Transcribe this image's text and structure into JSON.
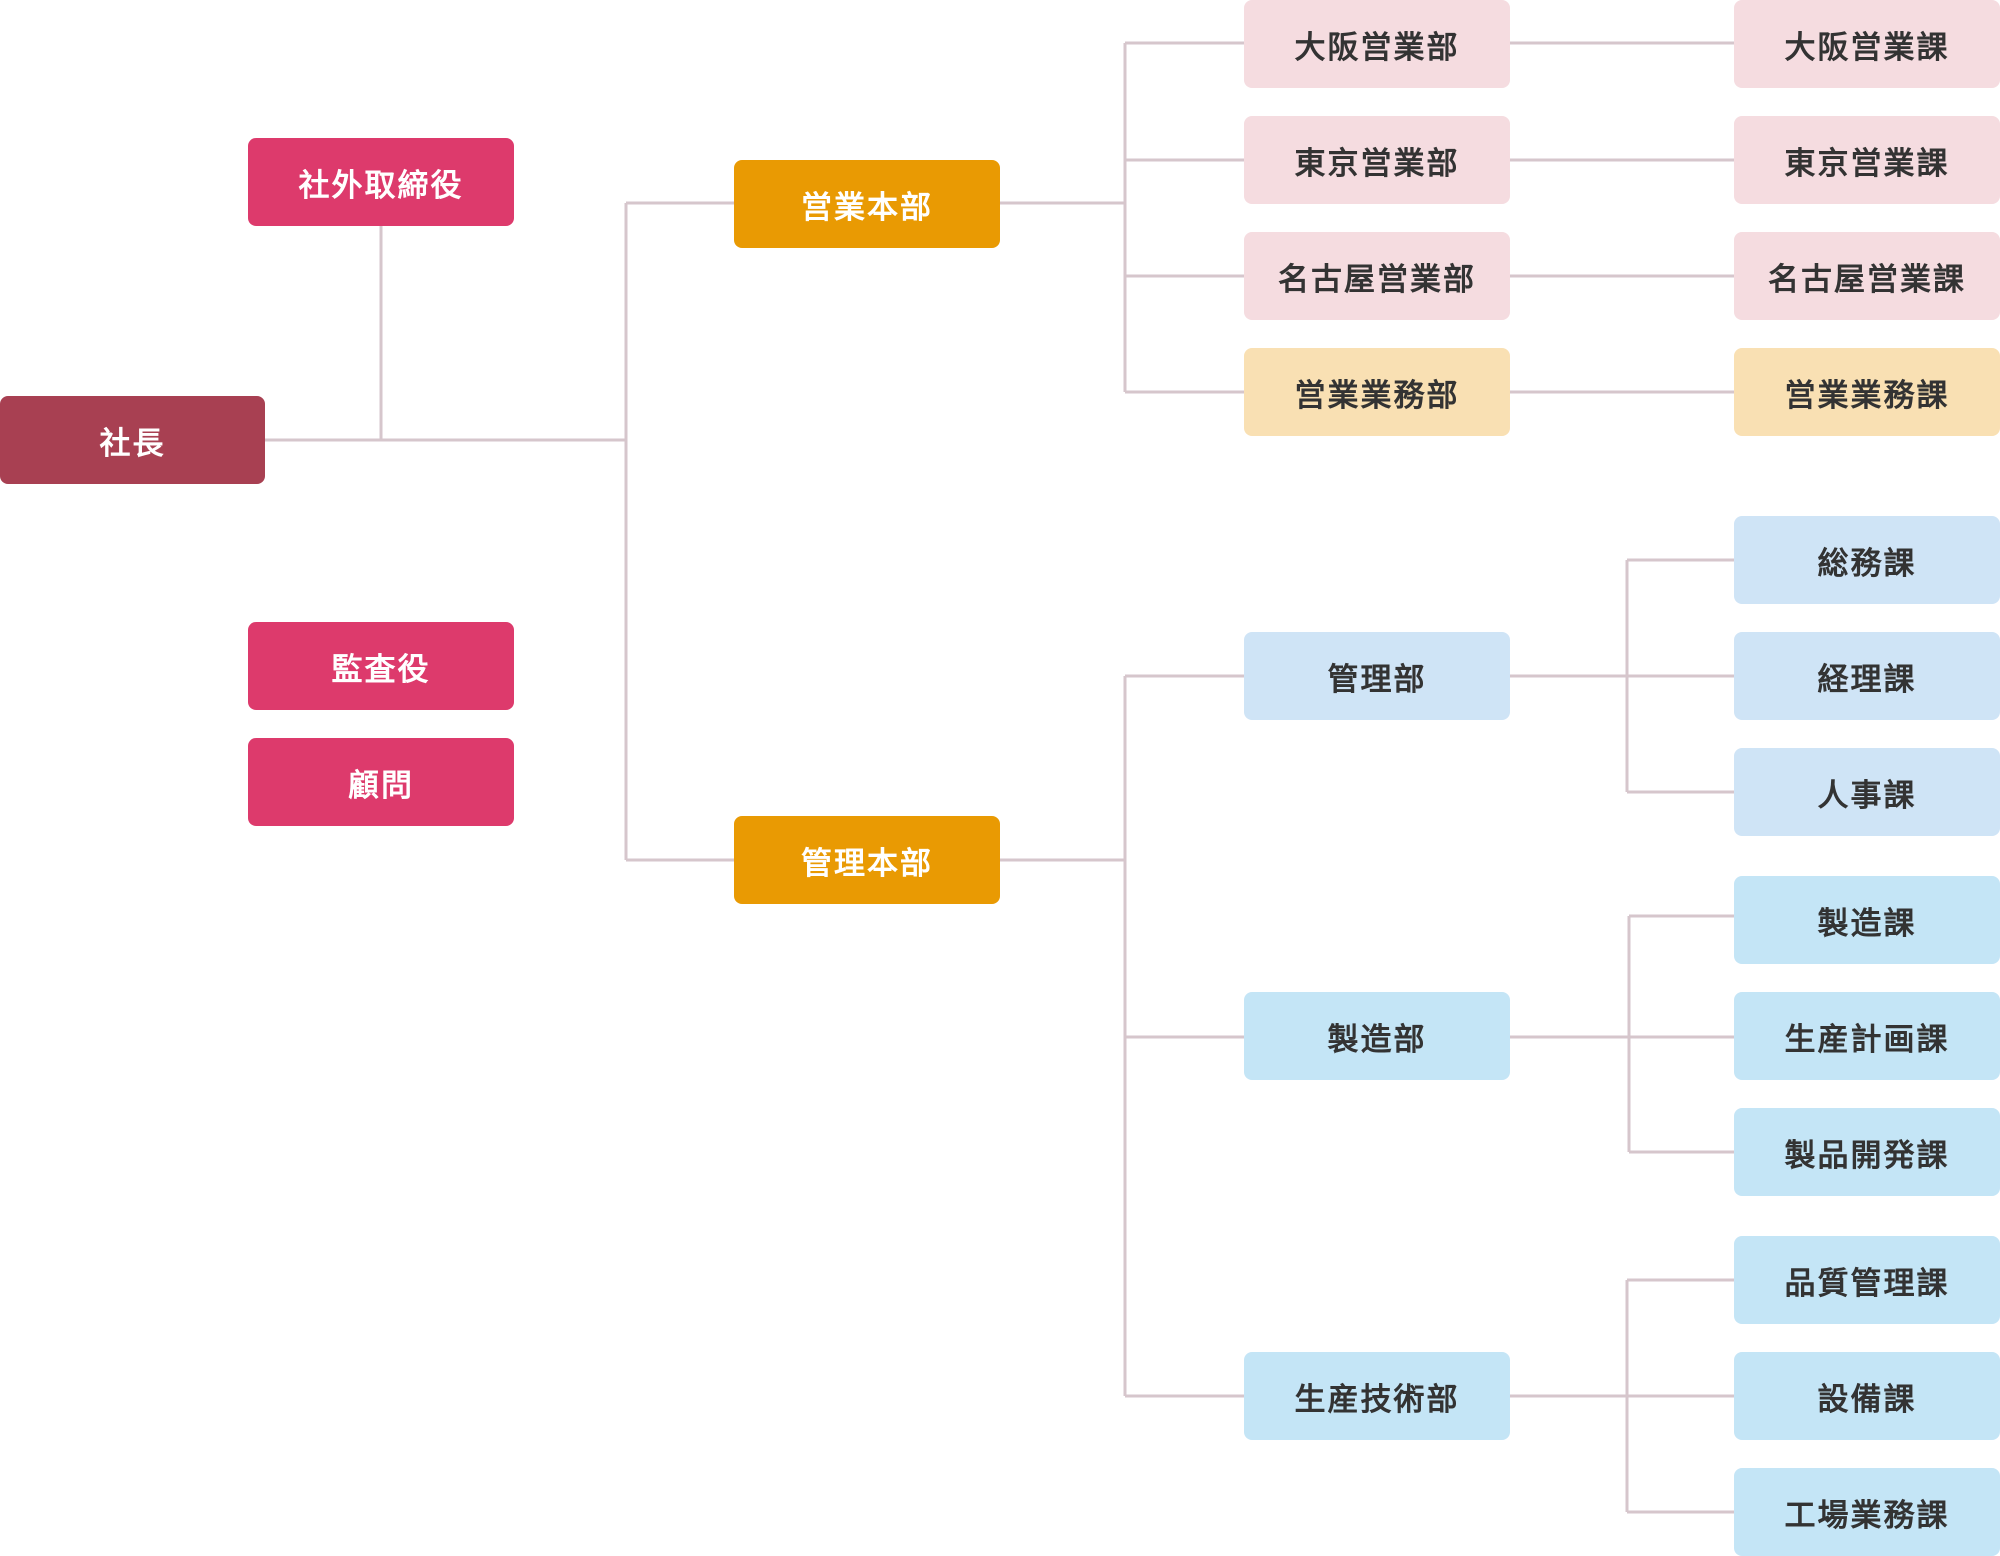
{
  "colors": {
    "president": "#a84052",
    "executive": "#dd3a6c",
    "headquarters": "#e99a03",
    "sales_unit": "#f5dce0",
    "sales_ops_unit": "#f9e0b3",
    "admin_unit": "#cfe4f6",
    "production_unit": "#c4e5f6",
    "connector": "#d6c6cc"
  },
  "president": "社長",
  "executives": {
    "outside_director": "社外取締役",
    "auditor": "監査役",
    "advisor": "顧問"
  },
  "headquarters": {
    "sales": "営業本部",
    "admin": "管理本部"
  },
  "sales_departments": [
    {
      "name": "大阪営業部",
      "section": "大阪営業課"
    },
    {
      "name": "東京営業部",
      "section": "東京営業課"
    },
    {
      "name": "名古屋営業部",
      "section": "名古屋営業課"
    },
    {
      "name": "営業業務部",
      "section": "営業業務課"
    }
  ],
  "admin_departments": [
    {
      "name": "管理部",
      "sections": [
        "総務課",
        "経理課",
        "人事課"
      ]
    },
    {
      "name": "製造部",
      "sections": [
        "製造課",
        "生産計画課",
        "製品開発課"
      ]
    },
    {
      "name": "生産技術部",
      "sections": [
        "品質管理課",
        "設備課",
        "工場業務課"
      ]
    }
  ]
}
